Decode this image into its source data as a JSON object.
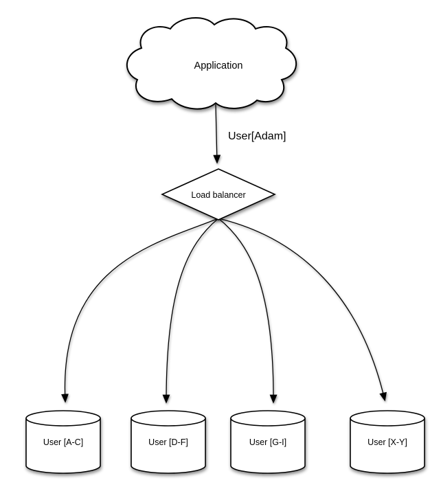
{
  "diagram": {
    "nodes": {
      "application": {
        "label": "Application",
        "shape": "cloud"
      },
      "load_balancer": {
        "label": "Load balancer",
        "shape": "diamond"
      }
    },
    "edges": {
      "app_to_lb": {
        "label": "User[Adam]",
        "from": "application",
        "to": "load_balancer"
      }
    },
    "shards": [
      {
        "label": "User [A-C]",
        "shape": "cylinder"
      },
      {
        "label": "User [D-F]",
        "shape": "cylinder"
      },
      {
        "label": "User [G-I]",
        "shape": "cylinder"
      },
      {
        "label": "User [X-Y]",
        "shape": "cylinder"
      }
    ],
    "colors": {
      "stroke": "#000000",
      "node_fill": "#ffffff",
      "text": "#000000",
      "background": "#ffffff"
    }
  }
}
